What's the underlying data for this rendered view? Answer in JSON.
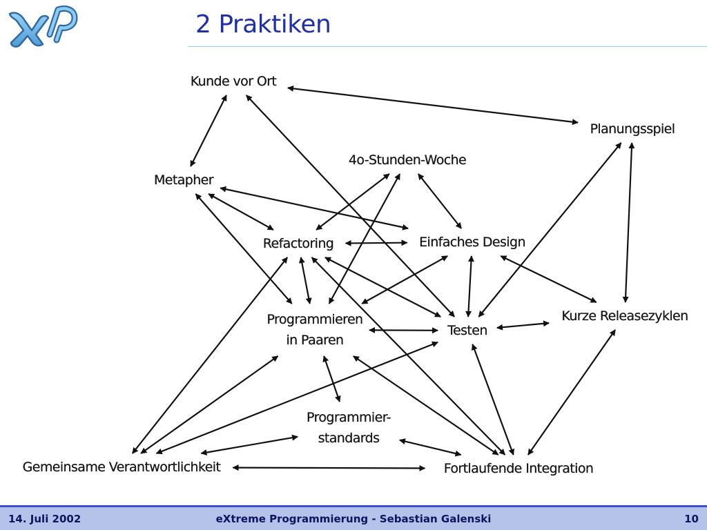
{
  "slide": {
    "title": "2 Praktiken",
    "logo_text": "XP"
  },
  "diagram": {
    "nodes": [
      {
        "id": "kunde",
        "lines": [
          "Kunde vor Ort"
        ]
      },
      {
        "id": "planung",
        "lines": [
          "Planungsspiel"
        ]
      },
      {
        "id": "woche",
        "lines": [
          "4o-Stunden-Woche"
        ]
      },
      {
        "id": "metapher",
        "lines": [
          "Metapher"
        ]
      },
      {
        "id": "refactoring",
        "lines": [
          "Refactoring"
        ]
      },
      {
        "id": "design",
        "lines": [
          "Einfaches Design"
        ]
      },
      {
        "id": "kurze",
        "lines": [
          "Kurze Releasezyklen"
        ]
      },
      {
        "id": "paare",
        "lines": [
          "Programmieren",
          "in Paaren"
        ]
      },
      {
        "id": "testen",
        "lines": [
          "Testen"
        ]
      },
      {
        "id": "standards",
        "lines": [
          "Programmier-",
          "standards"
        ]
      },
      {
        "id": "gemeinsam",
        "lines": [
          "Gemeinsame Verantwortlichkeit"
        ]
      },
      {
        "id": "integration",
        "lines": [
          "Fortlaufende Integration"
        ]
      }
    ],
    "edges": [
      [
        "kunde",
        "planung"
      ],
      [
        "kunde",
        "metapher"
      ],
      [
        "kunde",
        "testen"
      ],
      [
        "metapher",
        "refactoring"
      ],
      [
        "metapher",
        "design"
      ],
      [
        "metapher",
        "paare"
      ],
      [
        "woche",
        "refactoring"
      ],
      [
        "woche",
        "paare"
      ],
      [
        "woche",
        "design"
      ],
      [
        "refactoring",
        "design"
      ],
      [
        "refactoring",
        "paare"
      ],
      [
        "refactoring",
        "testen"
      ],
      [
        "refactoring",
        "integration"
      ],
      [
        "refactoring",
        "gemeinsam"
      ],
      [
        "design",
        "paare"
      ],
      [
        "design",
        "testen"
      ],
      [
        "design",
        "kurze"
      ],
      [
        "planung",
        "testen"
      ],
      [
        "planung",
        "kurze"
      ],
      [
        "testen",
        "kurze"
      ],
      [
        "testen",
        "paare"
      ],
      [
        "testen",
        "integration"
      ],
      [
        "testen",
        "gemeinsam"
      ],
      [
        "kurze",
        "integration"
      ],
      [
        "paare",
        "standards"
      ],
      [
        "paare",
        "integration"
      ],
      [
        "paare",
        "gemeinsam"
      ],
      [
        "standards",
        "gemeinsam"
      ],
      [
        "standards",
        "integration"
      ],
      [
        "gemeinsam",
        "integration"
      ]
    ]
  },
  "footer": {
    "date": "14. Juli 2002",
    "center": "eXtreme Programmierung - Sebastian Galenski",
    "page": "10"
  },
  "colors": {
    "title": "#1f2fa8",
    "logo_fill": "#6cb4e4",
    "footer_bg": "#b5c3ea",
    "footer_border": "#3c4fd2",
    "footer_text": "#10145c"
  }
}
